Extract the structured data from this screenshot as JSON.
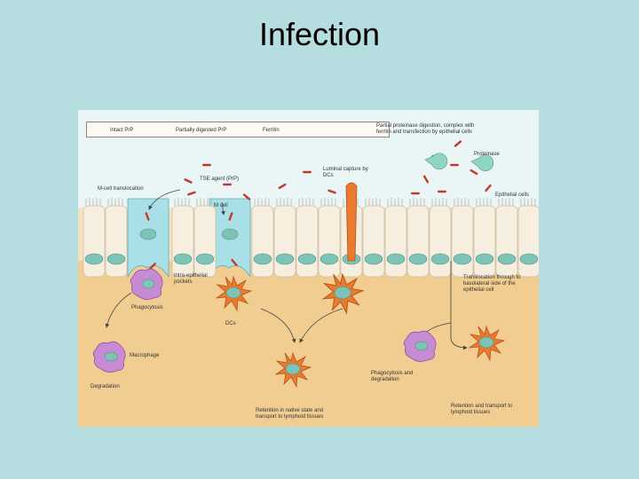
{
  "slide": {
    "title": "Infection"
  },
  "figure": {
    "legend": {
      "intact": "Intact PrP",
      "partial": "Partially digested PrP",
      "ferritin": "Ferritin"
    },
    "labels": {
      "partial_proteinase": "Partial proteinase digestion, complex with ferritin and transfection by epithelial cells",
      "proteinase": "Proteinase",
      "tse_agent": "TSE agent (PrP)",
      "mcell_translocation": "M-cell translocation",
      "luminal_capture": "Luminal capture by DCs",
      "epithelial_cells": "Epithelial cells",
      "m_cell": "M cell",
      "intra_epithelial": "Intra-epithelial pockets",
      "phagocytosis": "Phagocytosis",
      "dcs": "DCs",
      "macrophage": "Macrophage",
      "degradation": "Degradation",
      "translocation_basolateral": "Translocation through to basolateral side of the epithelial cell",
      "phagocytosis_degradation": "Phagocytosis and degradation",
      "retention_native": "Retention in native state and transport to lymphoid tissues",
      "retention_transport": "Retention and transport to lymphoid tissues"
    },
    "colors": {
      "lumen": "#eaf5f5",
      "tissue": "#f2cd92",
      "epithelium": "#f6efdf",
      "m_cell": "#a9e0e7",
      "nucleus": "#7fc3b7",
      "dendritic_cell": "#ea7a2d",
      "macrophage": "#c98ad4",
      "prion": "#c0392b"
    }
  }
}
